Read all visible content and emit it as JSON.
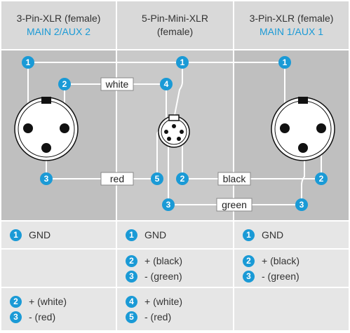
{
  "headers": [
    {
      "title": "3-Pin-XLR (female)",
      "subtitle": "MAIN 2/AUX 2"
    },
    {
      "title": "5-Pin-Mini-XLR",
      "subtitle": "(female)"
    },
    {
      "title": "3-Pin-XLR (female)",
      "subtitle": "MAIN 1/AUX 1"
    }
  ],
  "wire_labels": {
    "white": "white",
    "red": "red",
    "black": "black",
    "green": "green"
  },
  "pins": {
    "p1": "1",
    "p2": "2",
    "p3": "3",
    "p4": "4",
    "p5": "5"
  },
  "table": {
    "r1": {
      "c1": [
        {
          "pin": "1",
          "text": "GND"
        }
      ],
      "c2": [
        {
          "pin": "1",
          "text": "GND"
        }
      ],
      "c3": [
        {
          "pin": "1",
          "text": "GND"
        }
      ]
    },
    "r2": {
      "c2": [
        {
          "pin": "2",
          "text": "+ (black)"
        },
        {
          "pin": "3",
          "text": "- (green)"
        }
      ],
      "c3": [
        {
          "pin": "2",
          "text": "+ (black)"
        },
        {
          "pin": "3",
          "text": "- (green)"
        }
      ]
    },
    "r3": {
      "c1": [
        {
          "pin": "2",
          "text": "+ (white)"
        },
        {
          "pin": "3",
          "text": "- (red)"
        }
      ],
      "c2": [
        {
          "pin": "4",
          "text": "+ (white)"
        },
        {
          "pin": "5",
          "text": "- (red)"
        }
      ]
    }
  },
  "colors": {
    "accent": "#1a9ad6",
    "header_bg": "#d9d9d9",
    "middle_bg": "#c8c8c8",
    "side_bg": "#bfbfbf",
    "cell_bg": "#e6e6e6",
    "wire": "#ffffff",
    "connector": "#111111"
  }
}
